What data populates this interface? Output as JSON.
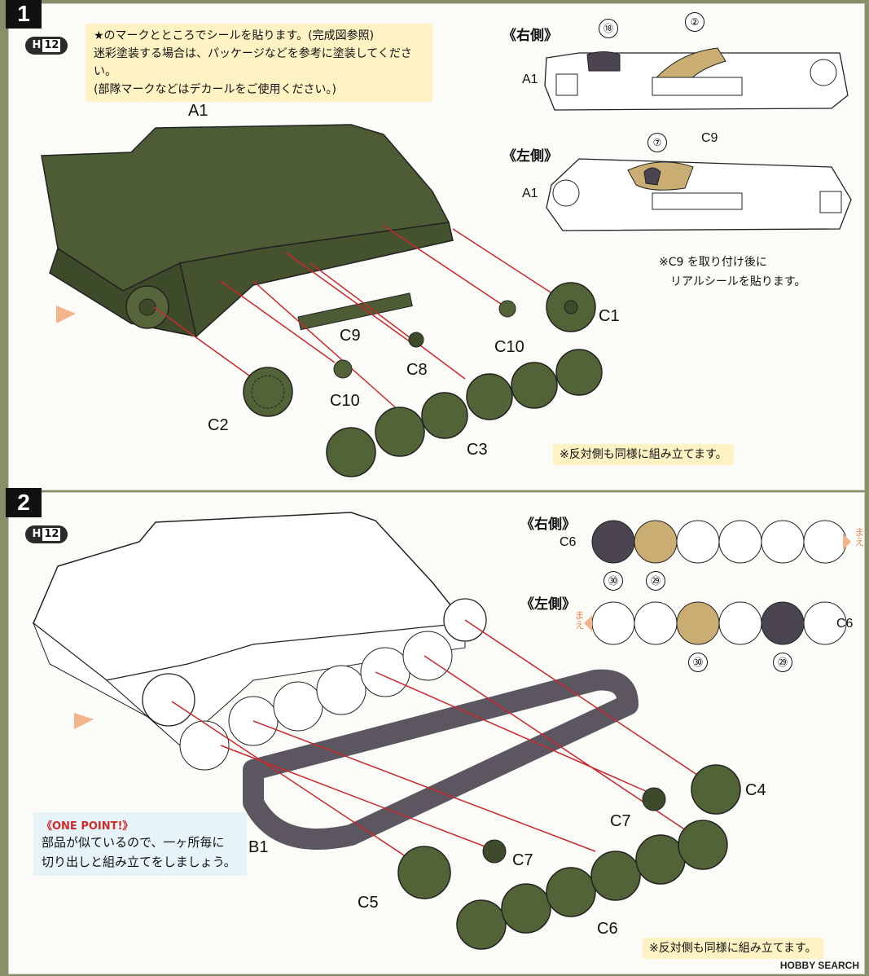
{
  "step1": {
    "number": "1",
    "hbadge": {
      "prefix": "H",
      "num": "12"
    },
    "note_lines": [
      "★のマークとところでシールを貼ります。(完成図参照)",
      "迷彩塗装する場合は、パッケージなどを参考に塗装してください。",
      "(部隊マークなどはデカールをご使用ください。)"
    ],
    "right_side": "《右側》",
    "left_side": "《左側》",
    "sticker_right_a": "⑱",
    "sticker_right_b": "②",
    "sticker_left": "⑦",
    "part_labels": {
      "a1_main": "A1",
      "a1_right": "A1",
      "a1_left": "A1",
      "c9_top": "C9",
      "c9": "C9",
      "c1": "C1",
      "c10a": "C10",
      "c10b": "C10",
      "c8": "C8",
      "c2": "C2",
      "c3": "C3"
    },
    "c9_note": [
      "※C9 を取り付け後に",
      "リアルシールを貼ります。"
    ],
    "opposite_note": "※反対側も同様に組み立てます。"
  },
  "step2": {
    "number": "2",
    "hbadge": {
      "prefix": "H",
      "num": "12"
    },
    "right_side": "《右側》",
    "left_side": "《左側》",
    "mae": "まえ",
    "part_labels": {
      "c6_right": "C6",
      "c6_left": "C6",
      "c4": "C4",
      "c7a": "C7",
      "c7b": "C7",
      "b1": "B1",
      "c5": "C5",
      "c6": "C6"
    },
    "stickers_right": [
      "㉚",
      "㉙"
    ],
    "stickers_left": [
      "㉚",
      "㉙"
    ],
    "one_point": {
      "title": "《ONE POINT!》",
      "lines": [
        "部品が似ているので、一ヶ所毎に",
        "切り出しと組み立てをしましょう。"
      ]
    },
    "opposite_note": "※反対側も同様に組み立てます。"
  },
  "watermark": "HOBBY SEARCH",
  "colors": {
    "hull_green": "#4d5c34",
    "wheel_green": "#536338",
    "track_gray": "#5c5660",
    "arrow_red": "#c9282d",
    "camo_tan": "#c9ad72",
    "camo_dark": "#4a4550",
    "note_yellow": "#fff3c4",
    "onepoint_blue": "#e6f3f8"
  }
}
